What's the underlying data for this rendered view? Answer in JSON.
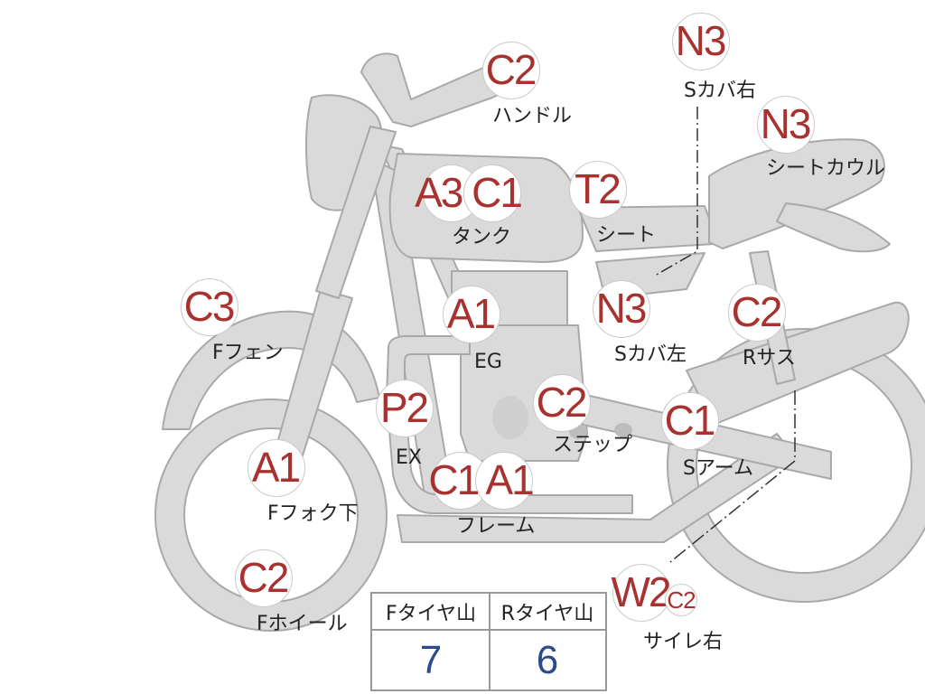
{
  "colors": {
    "body": "#d9d9d9",
    "outline": "#a8a8a8",
    "code": "#a8322f",
    "value": "#2c4b8e"
  },
  "parts": [
    {
      "key": "handle",
      "code": "C2",
      "label": "ハンドル"
    },
    {
      "key": "tank",
      "code": "A3 C1",
      "label": "タンク"
    },
    {
      "key": "seat",
      "code": "T2",
      "label": "シート"
    },
    {
      "key": "scover_r",
      "code": "N3",
      "label": "Sカバ右"
    },
    {
      "key": "seat_cowl",
      "code": "N3",
      "label": "シートカウル"
    },
    {
      "key": "f_fender",
      "code": "C3",
      "label": "Fフェン"
    },
    {
      "key": "engine",
      "code": "A1",
      "label": "EG"
    },
    {
      "key": "scover_l",
      "code": "N3",
      "label": "Sカバ左"
    },
    {
      "key": "r_sus",
      "code": "C2",
      "label": "Rサス"
    },
    {
      "key": "exhaust",
      "code": "P2",
      "label": "EX"
    },
    {
      "key": "step",
      "code": "C2",
      "label": "ステップ"
    },
    {
      "key": "s_arm",
      "code": "C1",
      "label": "Sアーム"
    },
    {
      "key": "f_fork",
      "code": "A1",
      "label": "Fフォク下"
    },
    {
      "key": "frame",
      "code": "C1 A1",
      "label": "フレーム"
    },
    {
      "key": "f_wheel",
      "code": "C2",
      "label": "Fホイール"
    },
    {
      "key": "silencer_r",
      "code": "W2",
      "code2": "C2",
      "label": "サイレ右"
    }
  ],
  "tire": {
    "front_label": "Fタイヤ山",
    "rear_label": "Rタイヤ山",
    "front_value": "7",
    "rear_value": "6"
  }
}
